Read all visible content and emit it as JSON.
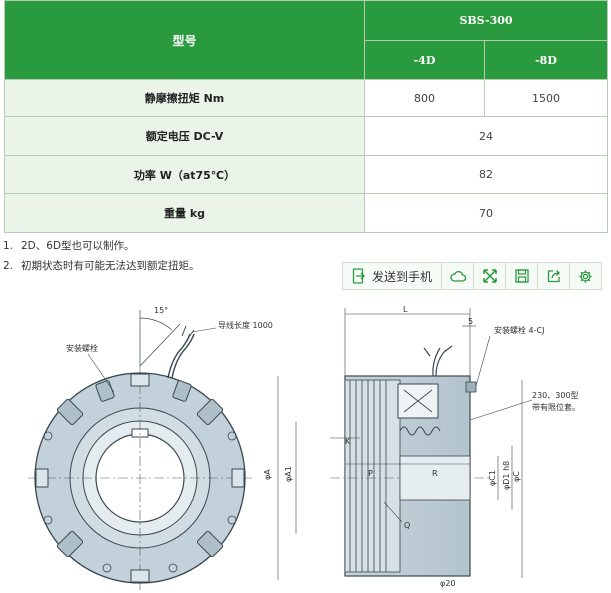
{
  "table": {
    "model_label": "型号",
    "series": "SBS-300",
    "variants": [
      "-4D",
      "-8D"
    ],
    "rows": [
      {
        "label": "静摩擦扭矩 Nm",
        "values": [
          "800",
          "1500"
        ]
      },
      {
        "label": "额定电压 DC-V",
        "value": "24"
      },
      {
        "label": "功率 W（at75℃）",
        "value": "82"
      },
      {
        "label": "重量 kg",
        "value": "70"
      }
    ]
  },
  "notes": [
    {
      "num": "1.",
      "text": "2D、6D型也可以制作。"
    },
    {
      "num": "2.",
      "text": "初期状态时有可能无法达到额定扭矩。"
    }
  ],
  "toolbar": {
    "send_label": "发送到手机",
    "icons": [
      "send-to-phone-icon",
      "cloud-icon",
      "expand-icon",
      "save-icon",
      "share-icon",
      "settings-icon"
    ],
    "accent": "#2a9a3e"
  },
  "drawing": {
    "angle_label": "15°",
    "lead_wire_label": "导线长度 1000",
    "mount_bolt_label": "安装螺栓",
    "mount_bolt_label_right": "安装螺栓 4-CJ",
    "dim_L": "L",
    "dim_5": "5",
    "dim_K": "K",
    "dim_P": "P",
    "dim_R": "R",
    "dim_Q": "Q",
    "dim_A": "φA",
    "dim_A1": "φA1",
    "dim_C1": "φC1",
    "dim_D1": "φD1 h8",
    "dim_C": "φC",
    "model_note_line1": "230、300型",
    "model_note_line2": "带有限位套。",
    "bottom_label": "φ20"
  }
}
